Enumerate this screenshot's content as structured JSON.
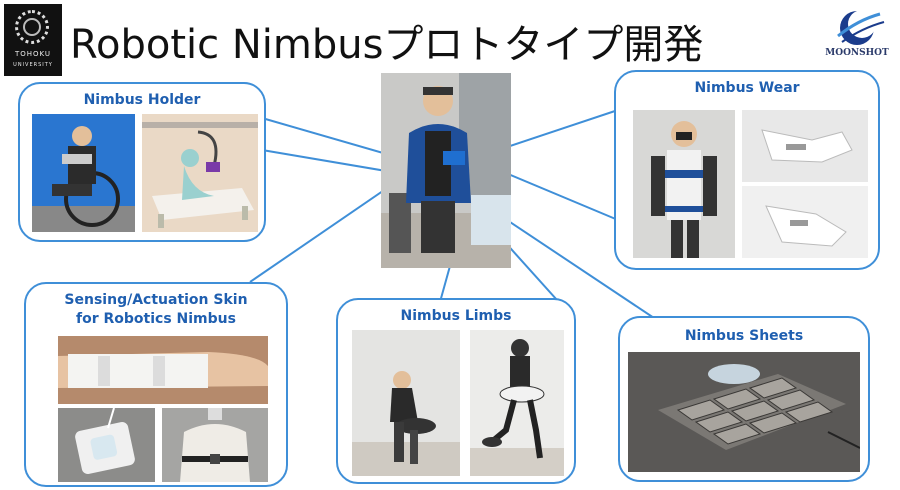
{
  "slide_title": "Robotic Nimbusプロトタイプ開発",
  "logos": {
    "left_text": "TOHOKU",
    "left_subtext": "UNIVERSITY",
    "right_text": "MOONSHOT"
  },
  "panels": {
    "holder": "Nimbus Holder",
    "wear": "Nimbus Wear",
    "skin_line1": "Sensing/Actuation Skin",
    "skin_line2": "for Robotics Nimbus",
    "limbs": "Nimbus Limbs",
    "sheets": "Nimbus Sheets"
  },
  "colors": {
    "panel_border": "#3f8fd8",
    "label_text": "#1f5fb0"
  }
}
